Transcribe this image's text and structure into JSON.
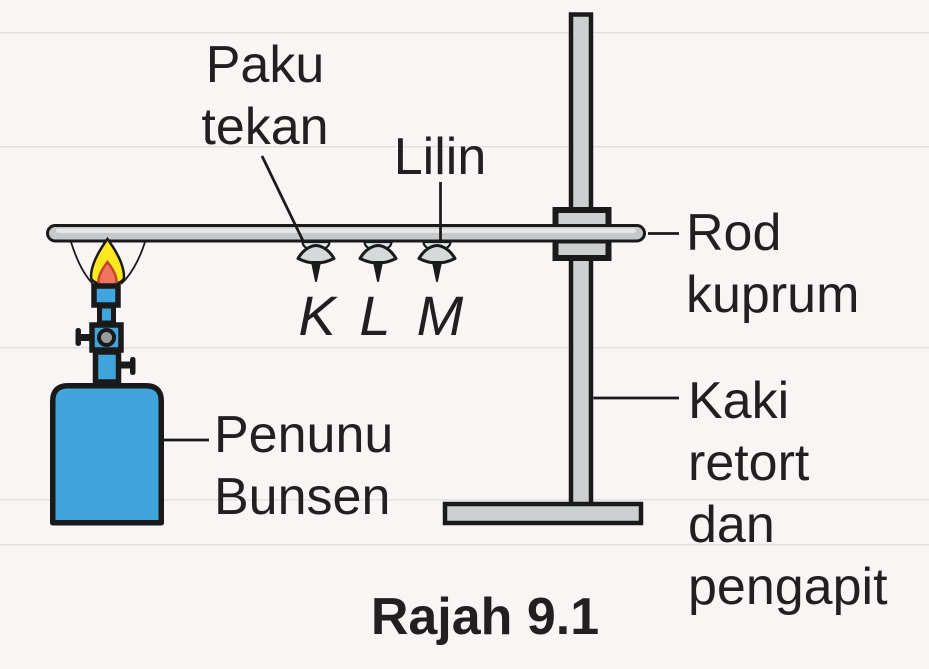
{
  "figure": {
    "caption": "Rajah 9.1",
    "labels": {
      "paku_tekan": {
        "line1": "Paku",
        "line2": "tekan"
      },
      "lilin": "Lilin",
      "penunu_bunsen": {
        "line1": "Penunu",
        "line2": "Bunsen"
      },
      "rod_kuprum": {
        "line1": "Rod",
        "line2": "kuprum"
      },
      "kaki_retort": {
        "line1": "Kaki",
        "line2": "retort",
        "line3": "dan",
        "line4": "pengapit"
      }
    },
    "points": {
      "k": "K",
      "l": "L",
      "m": "M"
    },
    "colors": {
      "burner_blue": "#3FA5DC",
      "flame_yellow": "#FCE81F",
      "flame_orange": "#EF7561",
      "flame_orange_stroke": "#C2452E",
      "metal_gray": "#CDD0D0",
      "rod_gray": "#C6C8C9",
      "tack_gray": "#D5D9DA",
      "wax_blue": "#D9ECF6",
      "air_hole_gray": "#999C9D",
      "outline": "#1A1A1A"
    }
  }
}
